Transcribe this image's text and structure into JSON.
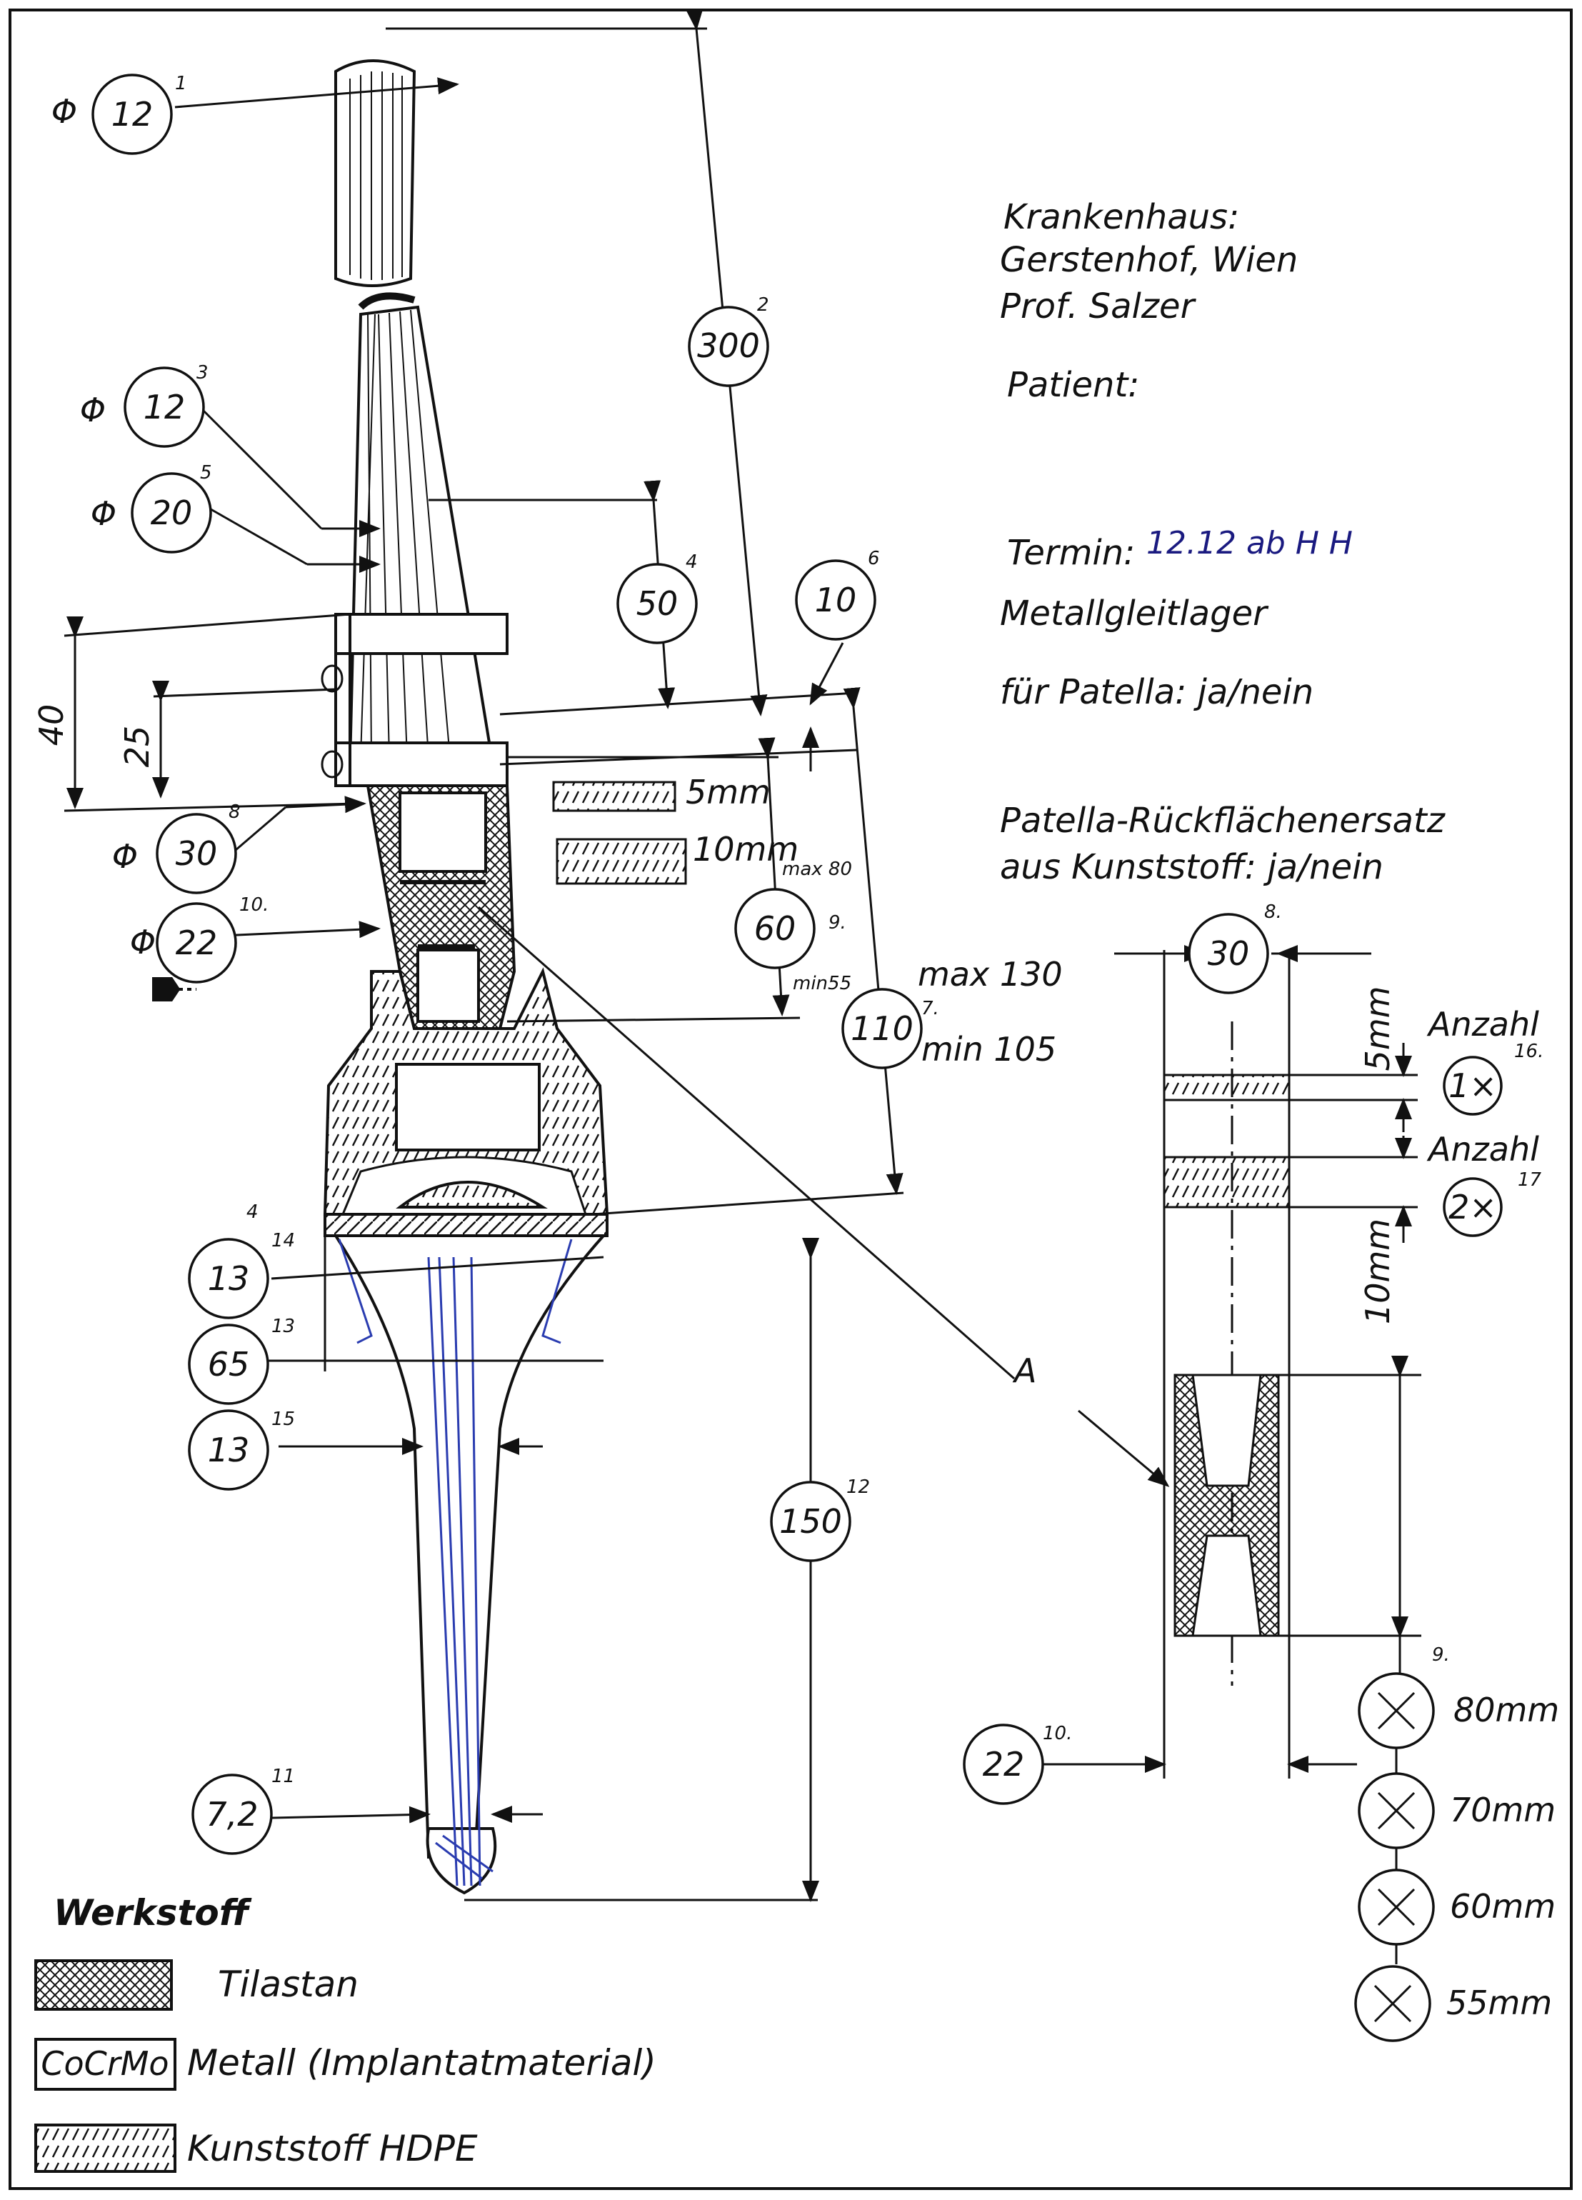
{
  "info": {
    "hospital_label": "Krankenhaus:",
    "hospital_line1": "Gerstenhof, Wien",
    "hospital_line2": "Prof. Salzer",
    "patient_label": "Patient:",
    "termin_label": "Termin:",
    "termin_value": "12.12 ab H H",
    "metall_line": "Metallgleitlager",
    "patella_line": "für Patella: ja/nein",
    "ersatz_line1": "Patella-Rückflächenersatz",
    "ersatz_line2": "aus Kunststoff: ja/nein"
  },
  "dimensions": {
    "d1": {
      "value": "12",
      "ref": "1",
      "prefix": "Φ"
    },
    "d2": {
      "value": "300",
      "ref": "2"
    },
    "d3": {
      "value": "12",
      "ref": "3",
      "prefix": "Φ"
    },
    "d4": {
      "value": "50",
      "ref": "4"
    },
    "d5": {
      "value": "20",
      "ref": "5",
      "prefix": "Φ"
    },
    "d6": {
      "value": "10",
      "ref": "6"
    },
    "d7": {
      "value": "110",
      "ref": "7.",
      "max": "max 130",
      "min": "min 105"
    },
    "d8": {
      "value": "30",
      "ref": "8",
      "prefix": "Φ"
    },
    "d9": {
      "value": "60",
      "ref": "9.",
      "max": "max 80",
      "min": "min55"
    },
    "d10": {
      "value": "22",
      "ref": "10.",
      "prefix": "Φ"
    },
    "d11": {
      "value": "7,2",
      "ref": "11"
    },
    "d12": {
      "value": "150",
      "ref": "12"
    },
    "d13": {
      "value": "65",
      "ref": "13"
    },
    "d14": {
      "value": "13",
      "ref": "14"
    },
    "d15": {
      "value": "13",
      "ref": "15"
    },
    "dim40": "40",
    "dim25": "25",
    "mm5": "5mm",
    "mm10": "10mm",
    "mark4": "4"
  },
  "detail": {
    "d30": {
      "value": "30",
      "ref": "8."
    },
    "mm5": "5mm",
    "mm10": "10mm",
    "anzahl1_label": "Anzahl",
    "anzahl1_value": "1×",
    "anzahl1_ref": "16.",
    "anzahl2_label": "Anzahl",
    "anzahl2_value": "2×",
    "anzahl2_ref": "17",
    "section_label": "A",
    "d22": {
      "value": "22",
      "ref": "10."
    },
    "length_ref": "9.",
    "lengths": [
      "80mm",
      "70mm",
      "60mm",
      "55mm"
    ]
  },
  "legend": {
    "title": "Werkstoff",
    "items": [
      {
        "swatch": "",
        "label": "Tilastan"
      },
      {
        "swatch": "CoCrMo",
        "label": "Metall (Implantatmaterial)"
      },
      {
        "swatch": "",
        "label": "Kunststoff HDPE"
      }
    ]
  },
  "colors": {
    "ink": "#111111",
    "pen_blue": "#2a3cb0"
  }
}
